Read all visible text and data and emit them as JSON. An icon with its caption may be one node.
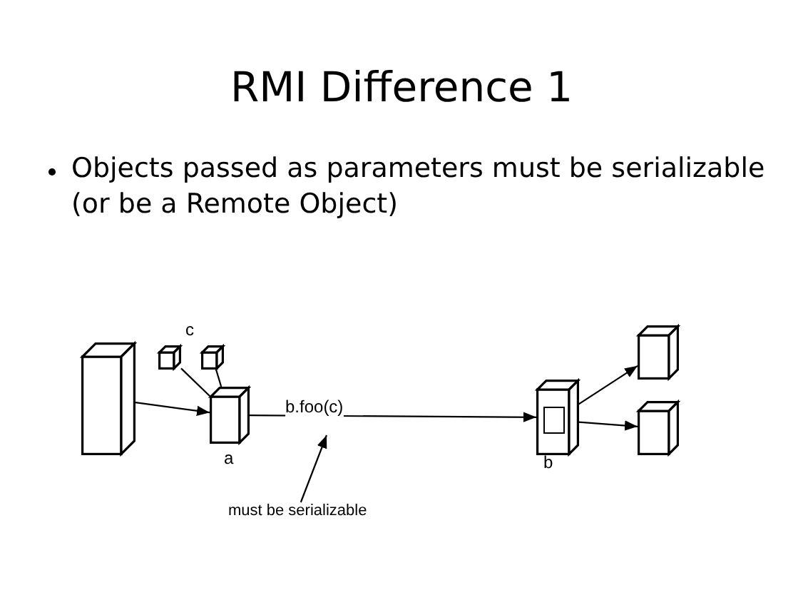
{
  "diagram": {
    "title": "RMI Difference 1",
    "nodes": [
      {
        "text": [],
        "shape": "box"
      },
      {
        "text": [],
        "shape": "box"
      },
      {
        "text": [],
        "shape": "box"
      },
      {
        "text": [],
        "shape": "box",
        "beside": [
          "a"
        ]
      },
      {
        "text": [],
        "shape": "box",
        "beside": [
          "b"
        ]
      },
      {
        "text": [],
        "shape": "box",
        "in": 4
      },
      {
        "text": [],
        "shape": "box"
      },
      {
        "text": [],
        "shape": "box"
      },
      {
        "text": [
          "must be serializable"
        ]
      }
    ],
    "edges": [
      {
        "from": 0,
        "to": 3,
        "arrow": "to"
      },
      {
        "from": 3,
        "to": 1,
        "arrow": "none"
      },
      {
        "from": 3,
        "to": 2,
        "arrow": "none"
      },
      {
        "from": 3,
        "to": 4,
        "arrow": "to",
        "label": "b.foo(c)"
      },
      {
        "from": 5,
        "to": 6,
        "arrow": "to"
      },
      {
        "from": 5,
        "to": 7,
        "arrow": "to"
      },
      {
        "from": 8,
        "to": null,
        "arrow": "to"
      }
    ],
    "labels": [
      "Objects passed as parameters must be serializable (or be a Remote Object)",
      "c"
    ]
  }
}
